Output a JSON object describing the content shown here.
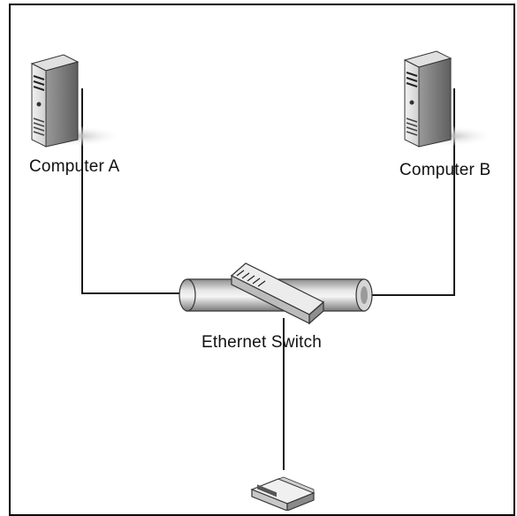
{
  "nodes": {
    "computer_a": {
      "label": "Computer A",
      "icon": "server-tower-icon"
    },
    "computer_b": {
      "label": "Computer B",
      "icon": "server-tower-icon"
    },
    "switch": {
      "label": "Ethernet Switch",
      "icon": "ethernet-switch-icon"
    },
    "device": {
      "label": "",
      "icon": "network-device-icon"
    }
  },
  "edges": [
    {
      "from": "computer_a",
      "to": "switch"
    },
    {
      "from": "computer_b",
      "to": "switch"
    },
    {
      "from": "switch",
      "to": "device"
    }
  ],
  "colors": {
    "line": "#1a1a1a",
    "frame": "#000000",
    "device_fill": "#d9d9d9",
    "device_shadow": "#8a8a8a"
  }
}
